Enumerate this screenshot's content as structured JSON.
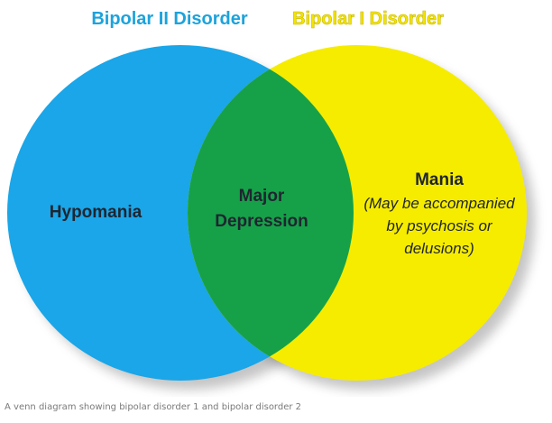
{
  "diagram": {
    "titles": {
      "left": "Bipolar II Disorder",
      "right": "Bipolar I Disorder"
    },
    "regions": {
      "left_only": {
        "label": "Hypomania"
      },
      "overlap": {
        "label_line1": "Major",
        "label_line2": "Depression"
      },
      "right_only": {
        "label": "Mania",
        "note_line1": "(May be accompanied",
        "note_line2": "by psychosis or",
        "note_line3": "delusions)"
      }
    },
    "colors": {
      "left_circle": "#1aa6e8",
      "right_circle": "#f6ec00",
      "overlap": "#16a149",
      "left_title": "#1ca3dc",
      "right_title": "#f3e300",
      "shadow": "#5a5a5a"
    }
  },
  "caption": "A venn diagram showing bipolar disorder 1 and bipolar disorder 2"
}
